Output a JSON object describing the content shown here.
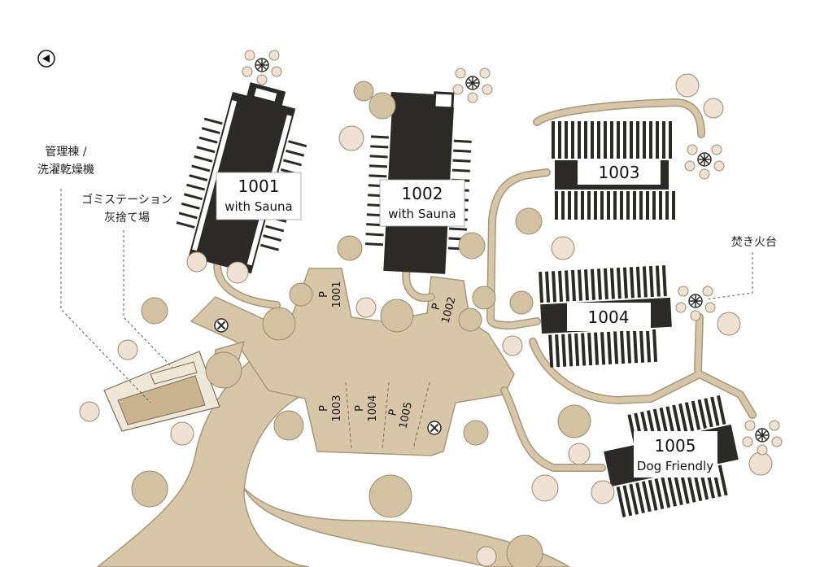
{
  "compass": {
    "icon": "compass-arrow-icon"
  },
  "cabins": [
    {
      "id": "1001",
      "name": "1001",
      "subtitle": "with Sauna"
    },
    {
      "id": "1002",
      "name": "1002",
      "subtitle": "with Sauna"
    },
    {
      "id": "1003",
      "name": "1003",
      "subtitle": ""
    },
    {
      "id": "1004",
      "name": "1004",
      "subtitle": ""
    },
    {
      "id": "1005",
      "name": "1005",
      "subtitle": "Dog Friendly"
    }
  ],
  "parking": [
    {
      "letter": "P",
      "number": "1001"
    },
    {
      "letter": "P",
      "number": "1002"
    },
    {
      "letter": "P",
      "number": "1003"
    },
    {
      "letter": "P",
      "number": "1004"
    },
    {
      "letter": "P",
      "number": "1005"
    }
  ],
  "labels": {
    "management_line1": "管理棟 /",
    "management_line2": "洗濯乾燥機",
    "garbage_line1": "ゴミステーション",
    "garbage_line2": "灰捨て場",
    "firepit": "焚き火台"
  },
  "colors": {
    "road": "#d7c6a8",
    "road_edge": "#a8977a",
    "tree_dark": "#d2c2a2",
    "tree_light": "#efe1d3",
    "building": "#2b2a26",
    "building_facility": "#c9b48f"
  }
}
